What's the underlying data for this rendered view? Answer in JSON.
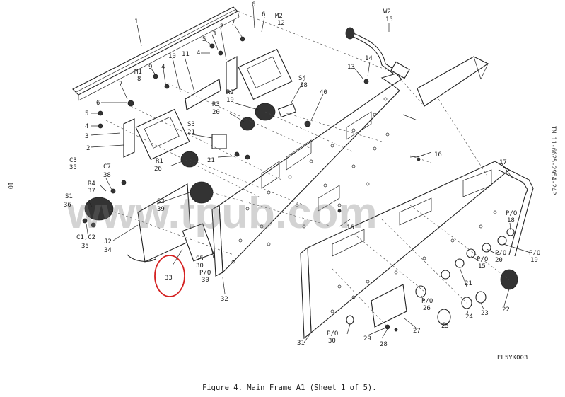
{
  "page_number": "10",
  "tm_number": "TM 11-6625-2954-24P",
  "caption": "Figure 4.  Main Frame A1 (Sheet 1 of 5).",
  "drawing_code": "EL5YK003",
  "watermark": "www.tpub.com",
  "highlight_label": "33",
  "highlight_color": "#d42020",
  "callouts": {
    "c1": "1",
    "c2": "2",
    "c3": "3",
    "c4": "4",
    "c5": "5",
    "c6": "6",
    "c7": "7",
    "c9": "9",
    "c4b": "4",
    "c10": "10",
    "c11": "11",
    "m1": "M1",
    "m1n": "8",
    "c2b": "2",
    "c3b": "3",
    "c5b": "5",
    "c4c": "4",
    "c7b": "7",
    "c6b": "6",
    "m2": "M2",
    "m2n": "12",
    "w2": "W2",
    "w2n": "15",
    "c14": "14",
    "c13": "13",
    "s4": "S4",
    "s4n": "18",
    "c40": "40",
    "r2": "R2",
    "r2n": "19",
    "r3": "R3",
    "r3n": "20",
    "s3": "S3",
    "s3n": "21",
    "r1": "R1",
    "r1n": "26",
    "c21": "21",
    "c16": "16",
    "c17": "17",
    "c16b": "16",
    "c3c": "C3",
    "c3n": "35",
    "r4": "R4",
    "r4n": "37",
    "c7c": "C7",
    "c7n": "38",
    "s2": "S2",
    "s2n": "39",
    "s1": "S1",
    "s1n": "36",
    "c1c2": "C1,C2",
    "c35": "35",
    "j2": "J2",
    "j2n": "34",
    "s5": "S5",
    "s5n": "30",
    "po30": "P/O",
    "po30n": "30",
    "c32": "32",
    "po18": "P/O",
    "po18n": "18",
    "po20": "P/O",
    "po20n": "20",
    "po19": "P/O",
    "po19n": "19",
    "po15": "P/O",
    "po15n": "15",
    "po26": "P/O",
    "po26n": "26",
    "c21b": "21",
    "c22": "22",
    "c23": "23",
    "c24": "24",
    "c25": "25",
    "c27": "27",
    "c28": "28",
    "c29": "29",
    "po30b": "P/O",
    "po30bn": "30",
    "c31": "31"
  }
}
